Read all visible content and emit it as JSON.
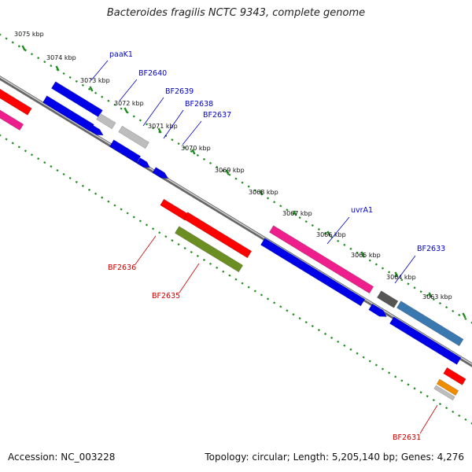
{
  "title": "Bacteroides fragilis NCTC 9343, complete genome",
  "footer": {
    "accession": "Accession: NC_003228",
    "topology": "Topology: circular; Length: 5,205,140 bp; Genes: 4,276"
  },
  "colors": {
    "tick": "#1e8c1e",
    "backbone_dark": "#666666",
    "backbone_light": "#cfcfcf",
    "blue": "#0000e8",
    "red": "#ff0000",
    "pink": "#ee1f8c",
    "gray": "#bdbdbd",
    "darkgray": "#555555",
    "steelblue": "#3a78b0",
    "olive": "#6b8e23",
    "orange": "#f08c00",
    "label_blue": "#0000c8",
    "label_red": "#c80000"
  },
  "scale_labels": [
    "3075 kbp",
    "3074 kbp",
    "3073 kbp",
    "3072 kbp",
    "3071 kbp",
    "3070 kbp",
    "3069 kbp",
    "3068 kbp",
    "3067 kbp",
    "3066 kbp",
    "3065 kbp",
    "3064 kbp",
    "3063 kbp"
  ],
  "gene_labels": {
    "top": [
      "paaK1",
      "BF2640",
      "BF2639",
      "BF2638",
      "BF2637",
      "uvrA1",
      "BF2633"
    ],
    "bottom": [
      "BF2636",
      "BF2635",
      "BF2631"
    ]
  }
}
